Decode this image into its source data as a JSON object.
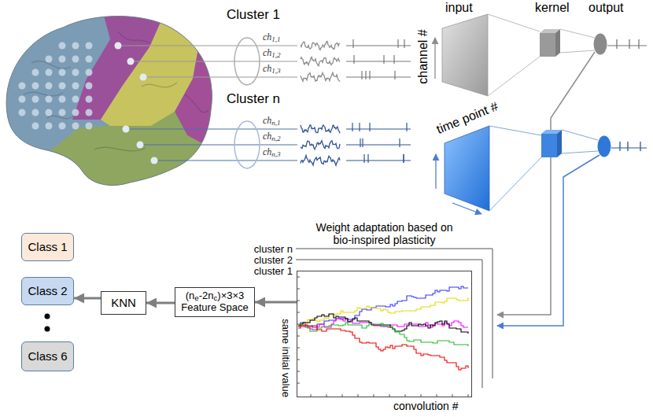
{
  "diagram": {
    "nodes": [
      {
        "text": [
          "Weight adaptation based on bio-inspired plasticity"
        ]
      },
      {
        "text": [
          "(ne-2nc)×3×3",
          "Feature Space"
        ]
      },
      {
        "text": [
          "KNN"
        ]
      },
      {
        "text": [
          "Class 1"
        ]
      },
      {
        "text": [
          "Class 2"
        ]
      },
      {
        "text": [
          "Class 6"
        ]
      }
    ],
    "edges": [
      {
        "from": 0,
        "to": 1,
        "arrow": "to"
      },
      {
        "from": 1,
        "to": 2,
        "arrow": "to"
      },
      {
        "from": 2,
        "to": 4,
        "arrow": "to"
      }
    ],
    "labels": [
      "Cluster 1",
      "ch1,1",
      "ch1,2",
      "ch1,3",
      "Cluster n",
      "chn,1",
      "chn,2",
      "chn,3",
      "input",
      "kernel",
      "output",
      "channel #",
      "time point #",
      "cluster n",
      "cluster 2",
      "cluster 1",
      "same initial value",
      "convolution #"
    ]
  }
}
